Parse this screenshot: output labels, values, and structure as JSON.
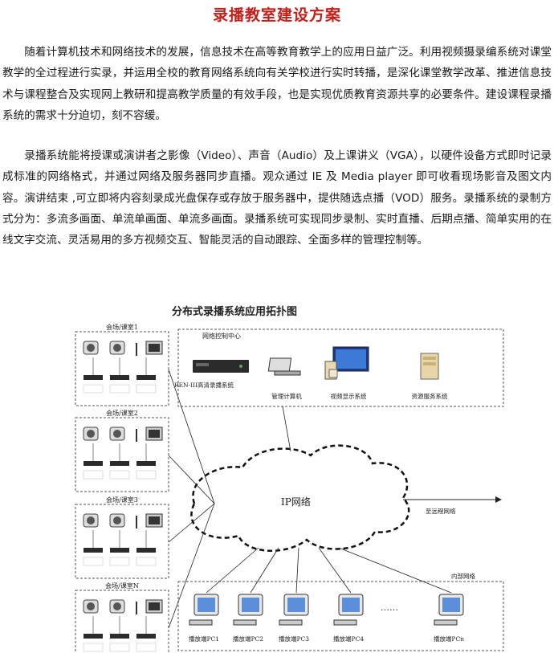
{
  "title": "录播教室建设方案",
  "paragraphs": [
    "随着计算机技术和网络技术的发展，信息技术在高等教育教学上的应用日益广泛。利用视频摄录编系统对课堂教学的全过程进行实录，并运用全校的教育网络系统向有关学校进行实时转播，是深化课堂教学改革、推进信息技术与课程整合及实现网上教研和提高教学质量的有效手段，也是实现优质教育资源共享的必要条件。建设课程录播系统的需求十分迫切，刻不容缓。",
    "录播系统能将授课或演讲者之影像（Video）、声音（Audio）及上课讲义（VGA），以硬件设备方式即时记录成标准的网络格式，并通过网络及服务器同步直播。观众通过 IE 及 Media player 即可收看现场影音及图文内容。演讲结束 ,可立即将内容刻录成光盘保存或存放于服务器中，提供随选点播（VOD）服务。录播系统的录制方式分为：多流多画面、单流单画面、单流多画面。录播系统可实现同步录制、实时直播、后期点播、简单实用的在线文字交流、灵活易用的多方视频交互、智能灵活的自动跟踪、全面多样的管理控制等。"
  ],
  "diagram": {
    "title": "分布式录播系统应用拓扑图",
    "rooms": [
      "会场/课室1",
      "会场/课室2",
      "会场/课室3",
      "会场/课室N"
    ],
    "control_center": {
      "label": "网络控制中心",
      "items": [
        "REN-III高清录播系统",
        "管理计算机",
        "视频显示系统",
        "资源服务系统"
      ]
    },
    "network_label": "IP网络",
    "remote_label": "至远程网络",
    "internal": {
      "label": "内部网络",
      "players": [
        "播放端PC1",
        "播放端PC2",
        "播放端PC3",
        "播放端PC4",
        "播放端PCn"
      ],
      "ellipsis": "……"
    }
  }
}
